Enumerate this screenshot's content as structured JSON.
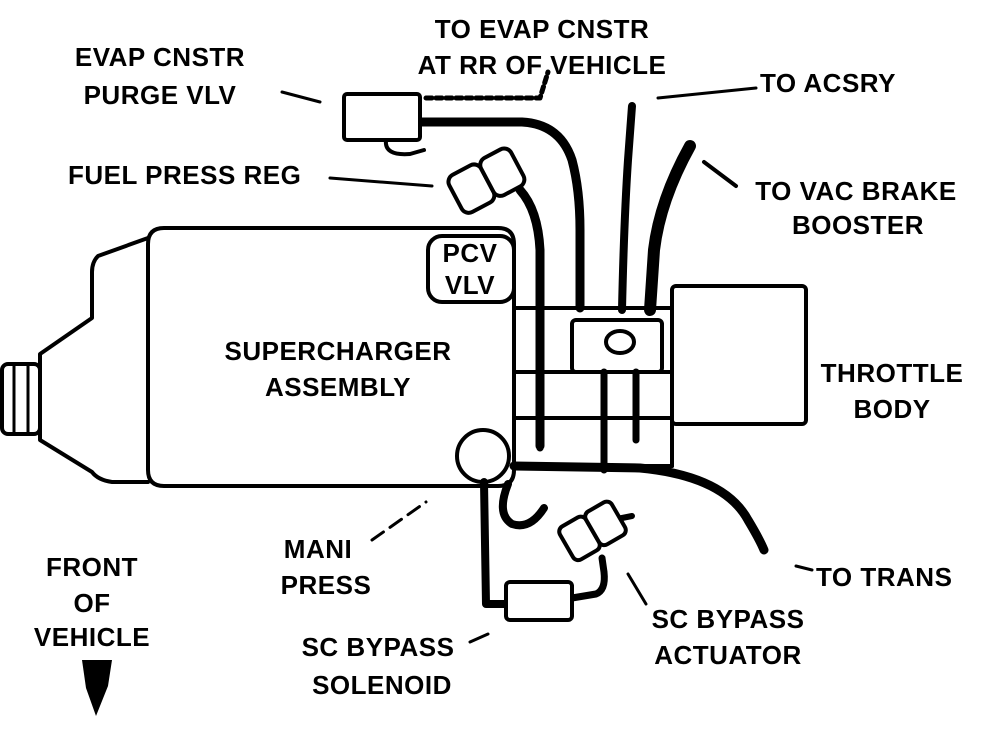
{
  "labels": {
    "evap_purge": [
      "EVAP CNSTR",
      "PURGE VLV"
    ],
    "to_evap": [
      "TO EVAP CNSTR",
      "AT RR OF VEHICLE"
    ],
    "to_acsry": "TO ACSRY",
    "fuel_press_reg": "FUEL PRESS REG",
    "to_vac_brake": [
      "TO VAC BRAKE",
      "BOOSTER"
    ],
    "pcv": [
      "PCV",
      "VLV"
    ],
    "supercharger": [
      "SUPERCHARGER",
      "ASSEMBLY"
    ],
    "throttle_body": [
      "THROTTLE",
      "BODY"
    ],
    "mani_press": [
      "MANI",
      "PRESS"
    ],
    "to_trans": "TO TRANS",
    "front_of_vehicle": [
      "FRONT",
      "OF",
      "VEHICLE"
    ],
    "sc_bypass_solenoid": [
      "SC BYPASS",
      "SOLENOID"
    ],
    "sc_bypass_actuator": [
      "SC BYPASS",
      "ACTUATOR"
    ]
  },
  "colors": {
    "ink": "#000000",
    "paper": "#ffffff"
  },
  "icons": {
    "direction": "front-arrow-icon"
  }
}
